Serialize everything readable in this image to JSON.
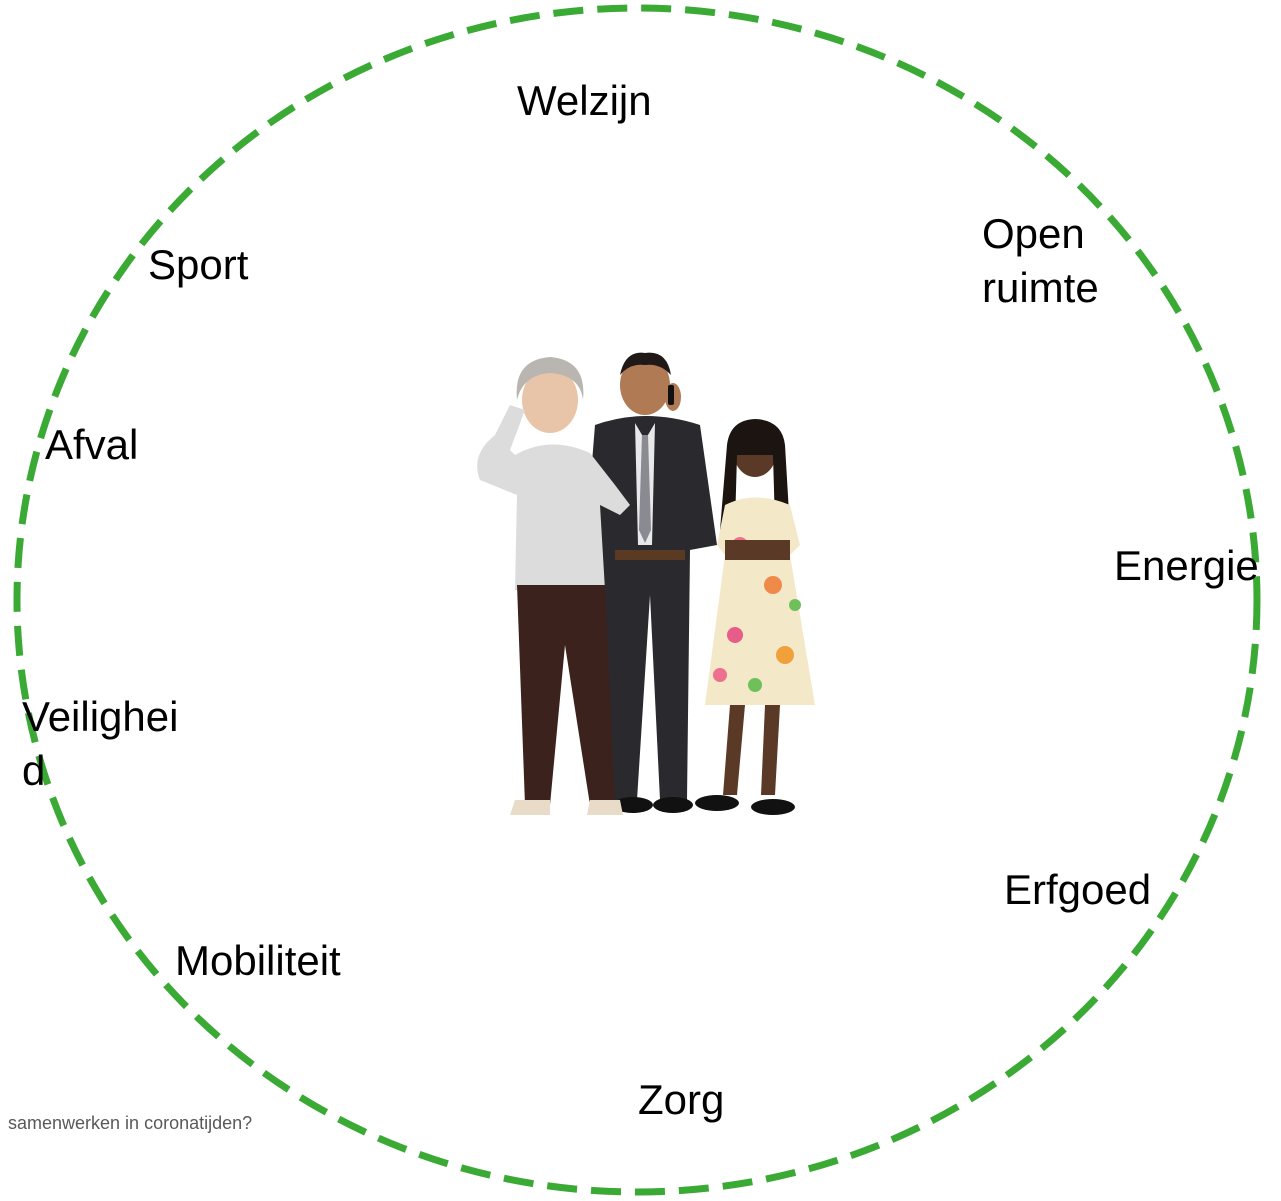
{
  "diagram": {
    "ring_color": "#3aaa35",
    "topics": {
      "welzijn": "Welzijn",
      "open_ruimte_line1": "Open",
      "open_ruimte_line2": "ruimte",
      "sport": "Sport",
      "afval": "Afval",
      "energie": "Energie",
      "veiligheid_line1": "Veilighei",
      "veiligheid_line2": "d",
      "erfgoed": "Erfgoed",
      "mobiliteit": "Mobiliteit",
      "zorg": "Zorg"
    },
    "footer": "samenwerken in coronatijden?",
    "center_image": "people-group-illustration"
  }
}
